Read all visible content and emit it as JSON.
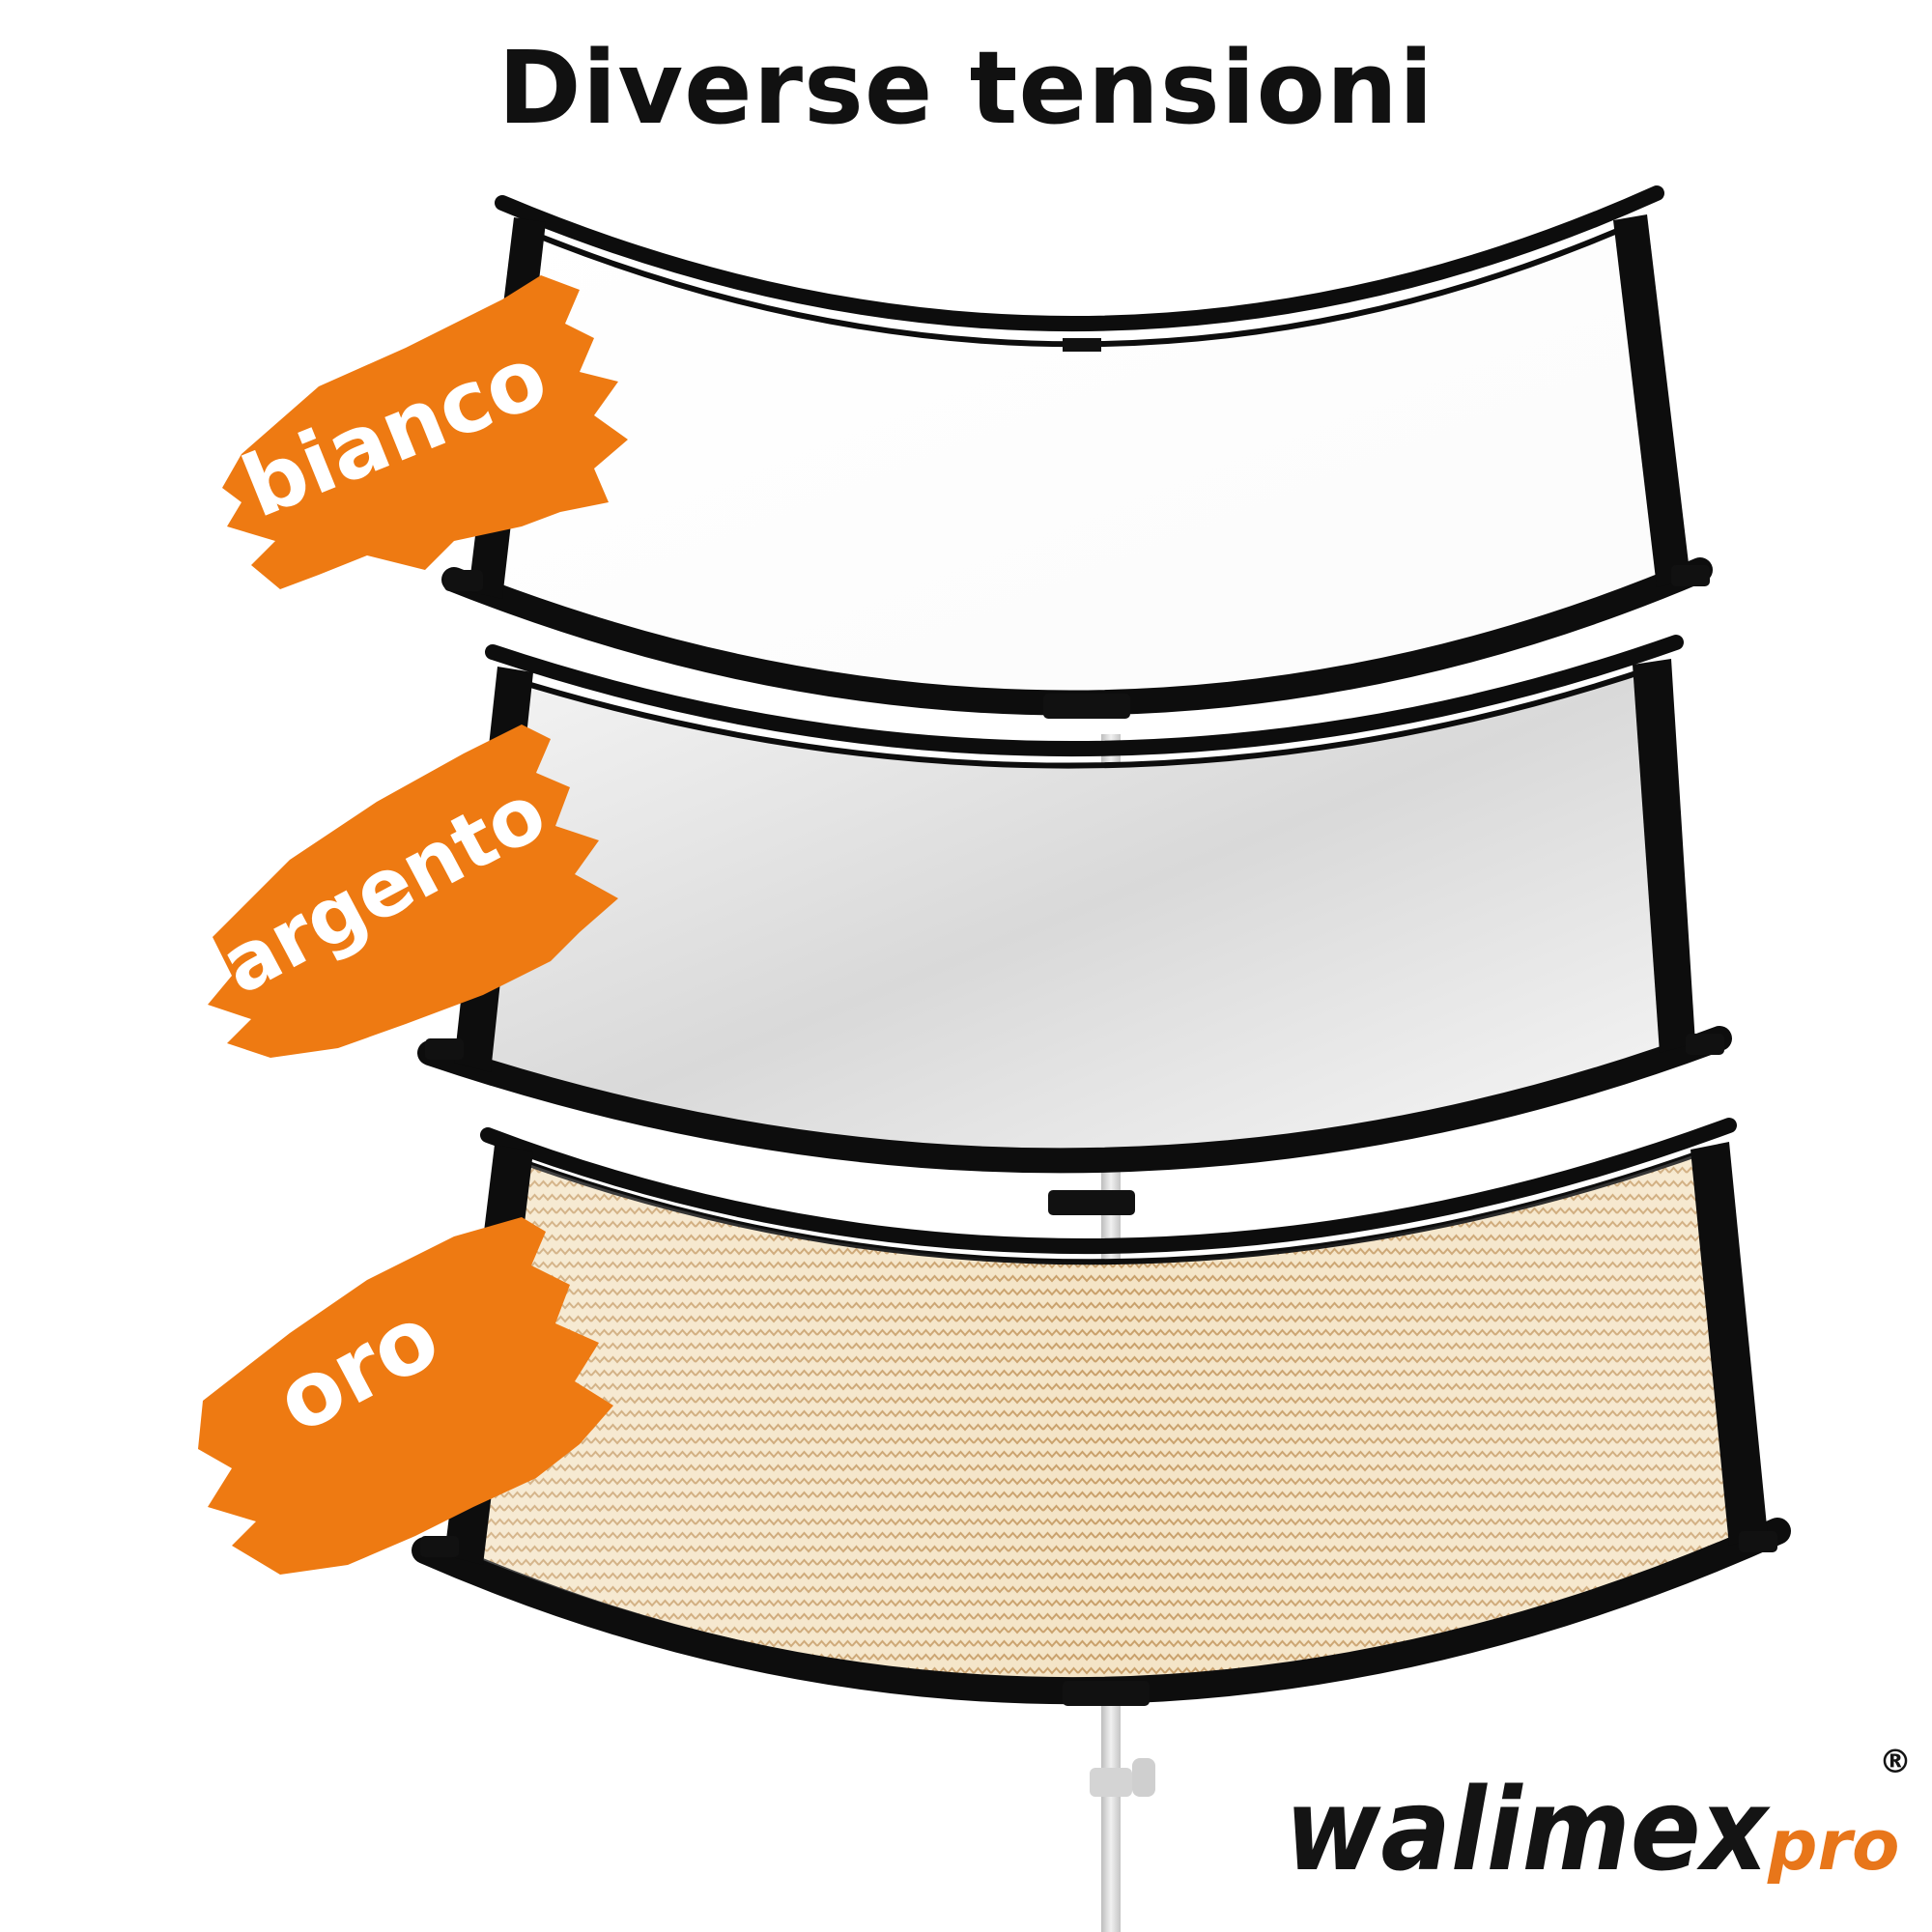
{
  "title": "Diverse tensioni",
  "panels": [
    {
      "label": "bianco",
      "surface": "white"
    },
    {
      "label": "argento",
      "surface": "silver"
    },
    {
      "label": "oro",
      "surface": "gold"
    }
  ],
  "logo": {
    "wordmark": "walimex",
    "suffix": "pro",
    "registered_mark": "®"
  },
  "colors": {
    "tag_orange": "#ee7a12",
    "frame_black": "#0d0d0d",
    "gold_light": "#f3e2c4",
    "gold_dark": "#c89a5a",
    "logo_orange": "#e8761a",
    "stand_grey": "#d9d9d9"
  }
}
